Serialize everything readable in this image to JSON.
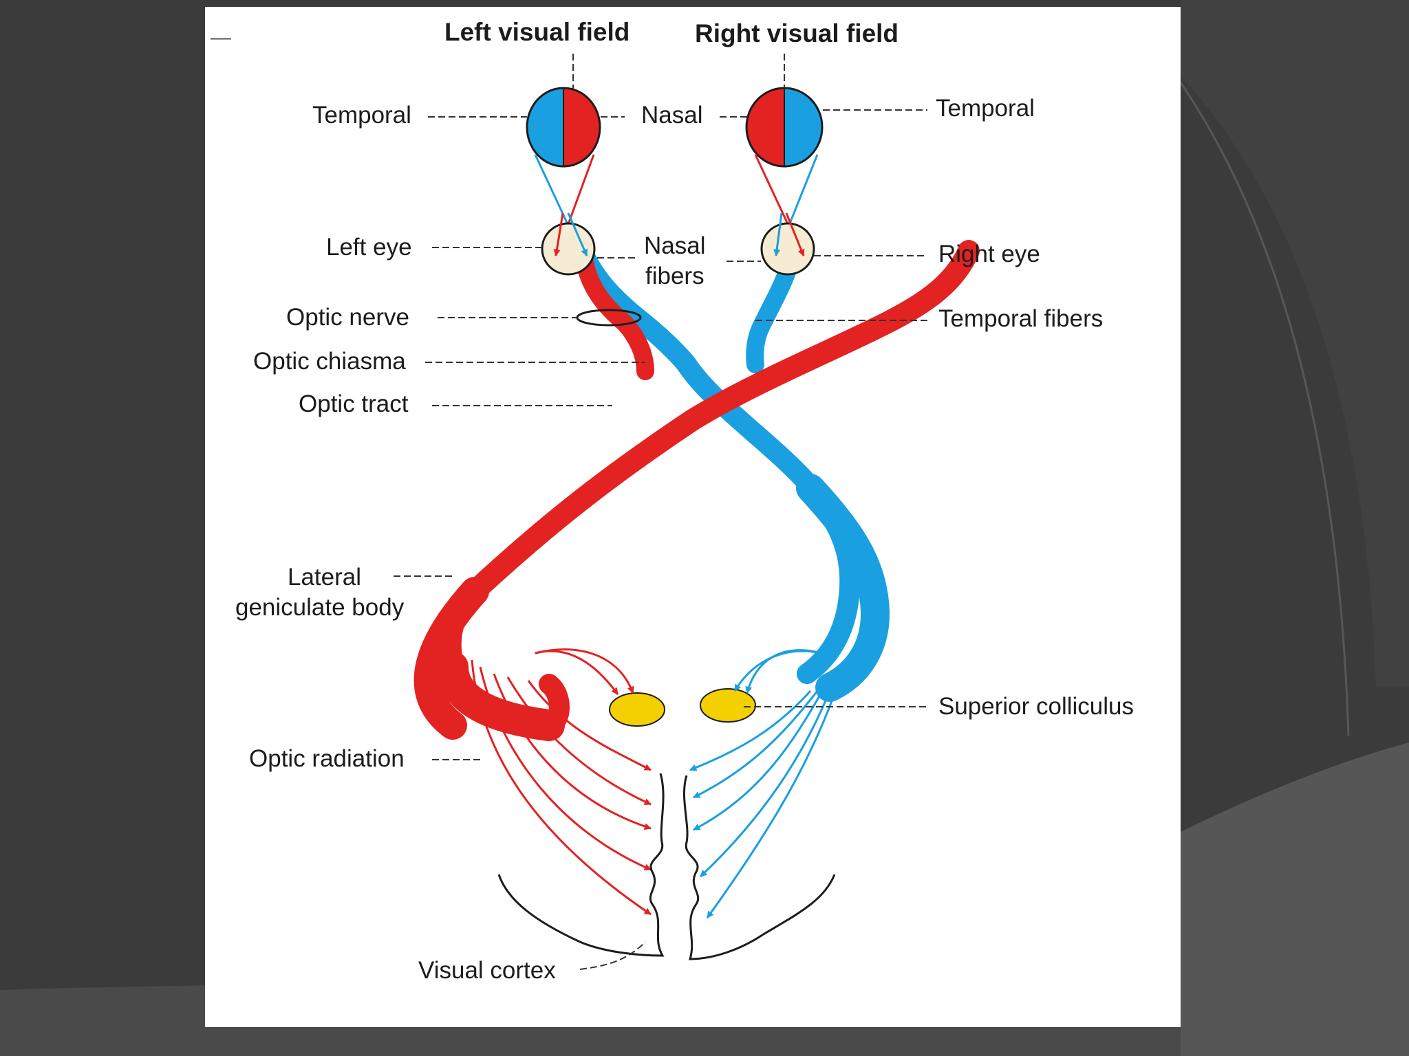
{
  "colors": {
    "background": "#3a3a3a",
    "slide": "#ffffff",
    "left_pathway": "#e32222",
    "right_pathway": "#1a9fe0",
    "colliculus": "#f4d000",
    "eye": "#f5ecd3",
    "text": "#1c1c1c"
  },
  "diagram": {
    "minimize_glyph": "—",
    "titles": {
      "left_field": "Left visual field",
      "right_field": "Right visual field"
    },
    "labels": {
      "temporal_left": "Temporal",
      "nasal": "Nasal",
      "temporal_right": "Temporal",
      "left_eye": "Left eye",
      "nasal_fibers_line1": "Nasal",
      "nasal_fibers_line2": "fibers",
      "right_eye": "Right eye",
      "optic_nerve": "Optic nerve",
      "temporal_fibers": "Temporal fibers",
      "optic_chiasma": "Optic chiasma",
      "optic_tract": "Optic tract",
      "lgb_line1": "Lateral",
      "lgb_line2": "geniculate body",
      "superior_colliculus": "Superior colliculus",
      "optic_radiation": "Optic radiation",
      "visual_cortex": "Visual cortex"
    }
  }
}
